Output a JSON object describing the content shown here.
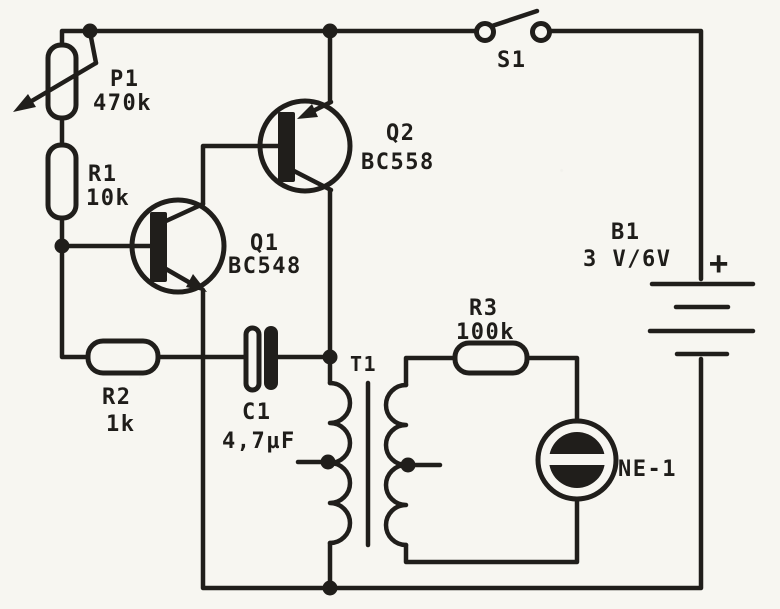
{
  "schematic": {
    "colors": {
      "ink": "#201e1b",
      "paper": "#f7f6f1"
    },
    "components": {
      "p1": {
        "ref": "P1",
        "value": "470k",
        "type": "potentiometer"
      },
      "r1": {
        "ref": "R1",
        "value": "10k",
        "type": "resistor"
      },
      "r2": {
        "ref": "R2",
        "value": "1k",
        "type": "resistor"
      },
      "r3": {
        "ref": "R3",
        "value": "100k",
        "type": "resistor"
      },
      "c1": {
        "ref": "C1",
        "value": "4,7µF",
        "type": "electrolytic-capacitor"
      },
      "q1": {
        "ref": "Q1",
        "value": "BC548",
        "type": "npn-transistor"
      },
      "q2": {
        "ref": "Q2",
        "value": "BC558",
        "type": "pnp-transistor"
      },
      "t1": {
        "ref": "T1",
        "type": "transformer"
      },
      "s1": {
        "ref": "S1",
        "type": "switch"
      },
      "b1": {
        "ref": "B1",
        "value": "3 V/6V",
        "polarity": "+",
        "type": "battery"
      },
      "ne1": {
        "ref": "NE-1",
        "type": "neon-lamp"
      }
    }
  }
}
